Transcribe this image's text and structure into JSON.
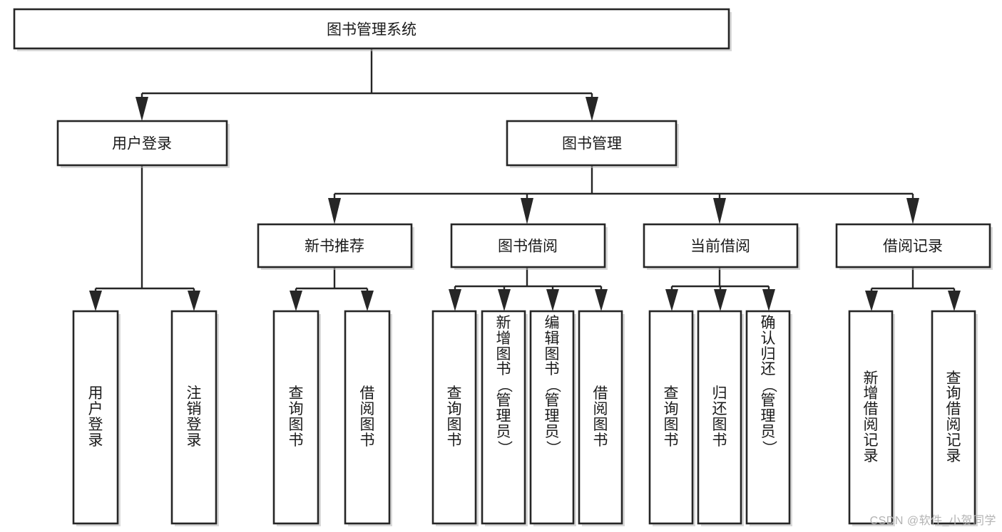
{
  "diagram": {
    "title": "图书管理系统",
    "type": "hierarchy-tree",
    "watermark": "CSDN @软件_小贺同学",
    "colors": {
      "box_stroke": "#262626",
      "box_fill": "#ffffff",
      "connector": "#262626",
      "text": "#1a1a1a",
      "watermark": "#b3b3b3",
      "background": "#ffffff"
    },
    "root": {
      "label": "图书管理系统",
      "level": 0
    },
    "level1": [
      {
        "label": "用户登录",
        "level": 1
      },
      {
        "label": "图书管理",
        "level": 1
      }
    ],
    "level2": [
      {
        "label": "新书推荐",
        "level": 2,
        "parent": "图书管理"
      },
      {
        "label": "图书借阅",
        "level": 2,
        "parent": "图书管理"
      },
      {
        "label": "当前借阅",
        "level": 2,
        "parent": "图书管理"
      },
      {
        "label": "借阅记录",
        "level": 2,
        "parent": "图书管理"
      }
    ],
    "leaves": {
      "user_login_group": [
        {
          "label": "用户登录",
          "parent": "用户登录"
        },
        {
          "label": "注销登录",
          "parent": "用户登录"
        }
      ],
      "new_book_group": [
        {
          "label": "查询图书",
          "parent": "新书推荐"
        },
        {
          "label": "借阅图书",
          "parent": "新书推荐"
        }
      ],
      "book_borrow_group": [
        {
          "label": "查询图书",
          "parent": "图书借阅"
        },
        {
          "label": "新增图书（管理员）",
          "parent": "图书借阅"
        },
        {
          "label": "编辑图书（管理员）",
          "parent": "图书借阅"
        },
        {
          "label": "借阅图书",
          "parent": "图书借阅"
        }
      ],
      "current_borrow_group": [
        {
          "label": "查询图书",
          "parent": "当前借阅"
        },
        {
          "label": "归还图书",
          "parent": "当前借阅"
        },
        {
          "label": "确认归还（管理员）",
          "parent": "当前借阅"
        }
      ],
      "borrow_record_group": [
        {
          "label": "新增借阅记录",
          "parent": "借阅记录"
        },
        {
          "label": "查询借阅记录",
          "parent": "借阅记录"
        }
      ]
    }
  }
}
